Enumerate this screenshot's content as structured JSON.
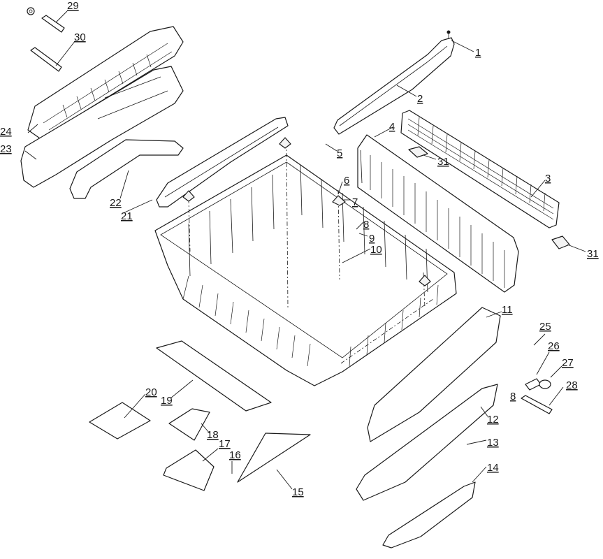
{
  "diagram": {
    "callouts": [
      {
        "id": "c1",
        "label": "1"
      },
      {
        "id": "c2",
        "label": "2"
      },
      {
        "id": "c3",
        "label": "3"
      },
      {
        "id": "c4",
        "label": "4"
      },
      {
        "id": "c5",
        "label": "5"
      },
      {
        "id": "c6",
        "label": "6"
      },
      {
        "id": "c7",
        "label": "7"
      },
      {
        "id": "c8a",
        "label": "8"
      },
      {
        "id": "c8b",
        "label": "8"
      },
      {
        "id": "c9",
        "label": "9"
      },
      {
        "id": "c10",
        "label": "10"
      },
      {
        "id": "c11",
        "label": "11"
      },
      {
        "id": "c12",
        "label": "12"
      },
      {
        "id": "c13",
        "label": "13"
      },
      {
        "id": "c14",
        "label": "14"
      },
      {
        "id": "c15",
        "label": "15"
      },
      {
        "id": "c16",
        "label": "16"
      },
      {
        "id": "c17",
        "label": "17"
      },
      {
        "id": "c18",
        "label": "18"
      },
      {
        "id": "c19",
        "label": "19"
      },
      {
        "id": "c20",
        "label": "20"
      },
      {
        "id": "c21",
        "label": "21"
      },
      {
        "id": "c22",
        "label": "22"
      },
      {
        "id": "c23",
        "label": "23"
      },
      {
        "id": "c24",
        "label": "24"
      },
      {
        "id": "c25",
        "label": "25"
      },
      {
        "id": "c26",
        "label": "26"
      },
      {
        "id": "c27",
        "label": "27"
      },
      {
        "id": "c28",
        "label": "28"
      },
      {
        "id": "c29",
        "label": "29"
      },
      {
        "id": "c30",
        "label": "30"
      },
      {
        "id": "c31a",
        "label": "31"
      },
      {
        "id": "c31b",
        "label": "31"
      }
    ]
  }
}
